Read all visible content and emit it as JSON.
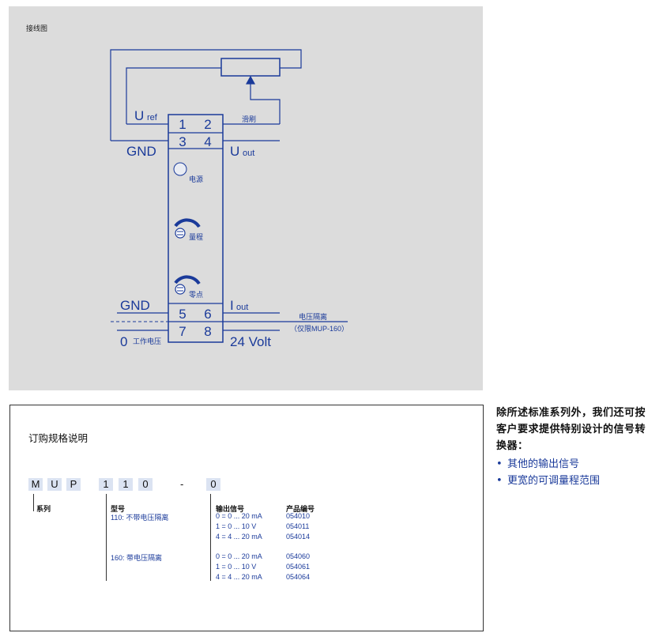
{
  "wiring": {
    "title": "接线图",
    "u_ref": "U",
    "u_ref_sub": "ref",
    "wiper": "滑刷",
    "gnd": "GND",
    "u_out": "U",
    "u_out_sub": "out",
    "power": "电源",
    "range": "量程",
    "zero": "零点",
    "i_out": "I",
    "i_out_sub": "out",
    "isolation": "电压隔离",
    "isolation_note": "（仅限MUP-160）",
    "zero_v": "0",
    "op_voltage": "工作电压",
    "volt24": "24 Volt",
    "terminals": [
      "1",
      "2",
      "3",
      "4",
      "5",
      "6",
      "7",
      "8"
    ]
  },
  "order": {
    "title": "订购规格说明",
    "code": [
      "M",
      "U",
      "P",
      "1",
      "1",
      "0",
      "-",
      "0"
    ],
    "series_label": "系列",
    "model_label": "型号",
    "model_110": "110: 不带电压隔离",
    "model_160": "160: 带电压隔离",
    "output_label": "输出信号",
    "product_label": "产品编号",
    "outputs_110": [
      "0 = 0 ... 20 mA",
      "1 = 0 ... 10 V",
      "4 = 4 ... 20 mA"
    ],
    "products_110": [
      "054010",
      "054011",
      "054014"
    ],
    "outputs_160": [
      "0 = 0 ... 20 mA",
      "1 = 0 ... 10 V",
      "4 = 4 ... 20 mA"
    ],
    "products_160": [
      "054060",
      "054061",
      "054064"
    ]
  },
  "side": {
    "paragraph": "除所述标准系列外，我们还可按客户要求提供特别设计的信号转换器：",
    "bullets": [
      "其他的输出信号",
      "更宽的可调量程范围"
    ]
  }
}
